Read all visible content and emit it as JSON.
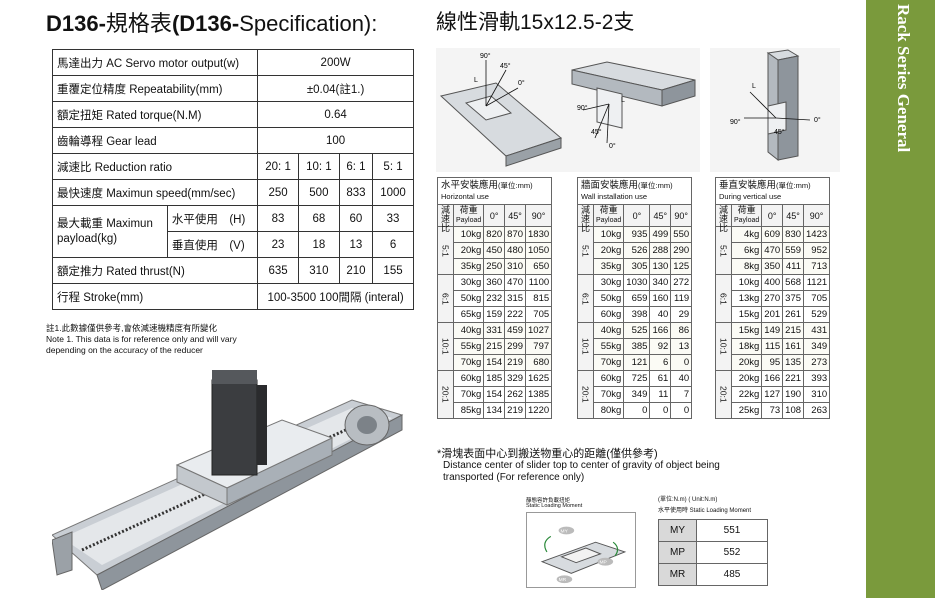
{
  "title": {
    "model": "D136-",
    "cjk": "規格表",
    "spec": "(D136-",
    "spec_word": "Specification):"
  },
  "subtitle": "線性滑軌15x12.5-2支",
  "sidebar_text": "Rack Series General",
  "spec_table": {
    "motor_label": "馬達出力 AC Servo motor output(w)",
    "motor_value": "200W",
    "repeat_label": "重覆定位精度 Repeatability(mm)",
    "repeat_value": "±0.04(註1.)",
    "torque_label": "額定扭矩 Rated torque(N.M)",
    "torque_value": "0.64",
    "lead_label": "齒輪導程 Gear lead",
    "lead_value": "100",
    "ratio_label": "減速比 Reduction ratio",
    "ratios": [
      "20: 1",
      "10: 1",
      "6: 1",
      "5: 1"
    ],
    "speed_label": "最快速度 Maximun speed(mm/sec)",
    "speeds": [
      "250",
      "500",
      "833",
      "1000"
    ],
    "payload_label1": "最大載重 Maximun",
    "payload_label2": "payload(kg)",
    "h_label": "水平使用　(H)",
    "h_values": [
      "83",
      "68",
      "60",
      "33"
    ],
    "v_label": "垂直使用　(V)",
    "v_values": [
      "23",
      "18",
      "13",
      "6"
    ],
    "thrust_label": "額定推力 Rated thrust(N)",
    "thrust_values": [
      "635",
      "310",
      "210",
      "155"
    ],
    "stroke_label": "行程 Stroke(mm)",
    "stroke_value": "100-3500  100間隔  (interal)"
  },
  "notes": {
    "n1": "註1.此數據僅供參考,會依減速機精度有所變化",
    "n2": "Note 1. This data is for reference only and will vary",
    "n3": "depending on the accuracy of the reducer"
  },
  "diagram_labels": {
    "deg90": "90°",
    "deg45": "45°",
    "deg0": "0°",
    "L": "L"
  },
  "load_tables": [
    {
      "title": "水平安裝應用",
      "unit": "(單位:mm)",
      "en": "Horizontal use",
      "ratio_head": "減速比",
      "load_head": "荷重",
      "payload_head": "Payload",
      "cols": [
        "0°",
        "45°",
        "90°"
      ],
      "groups": [
        {
          "ratio": "5:1",
          "rows": [
            [
              "10kg",
              "820",
              "870",
              "1830"
            ],
            [
              "20kg",
              "450",
              "480",
              "1050"
            ],
            [
              "35kg",
              "250",
              "310",
              "650"
            ]
          ]
        },
        {
          "ratio": "6:1",
          "rows": [
            [
              "30kg",
              "360",
              "470",
              "1100"
            ],
            [
              "50kg",
              "232",
              "315",
              "815"
            ],
            [
              "65kg",
              "159",
              "222",
              "705"
            ]
          ]
        },
        {
          "ratio": "10:1",
          "rows": [
            [
              "40kg",
              "331",
              "459",
              "1027"
            ],
            [
              "55kg",
              "215",
              "299",
              "797"
            ],
            [
              "70kg",
              "154",
              "219",
              "680"
            ]
          ]
        },
        {
          "ratio": "20:1",
          "rows": [
            [
              "60kg",
              "185",
              "329",
              "1625"
            ],
            [
              "70kg",
              "154",
              "262",
              "1385"
            ],
            [
              "85kg",
              "134",
              "219",
              "1220"
            ]
          ]
        }
      ]
    },
    {
      "title": "牆面安裝應用",
      "unit": "(單位:mm)",
      "en": "Wall installation use",
      "ratio_head": "減速比",
      "load_head": "荷重",
      "payload_head": "Payload",
      "cols": [
        "0°",
        "45°",
        "90°"
      ],
      "groups": [
        {
          "ratio": "5:1",
          "rows": [
            [
              "10kg",
              "935",
              "499",
              "550"
            ],
            [
              "20kg",
              "526",
              "288",
              "290"
            ],
            [
              "35kg",
              "305",
              "130",
              "125"
            ]
          ]
        },
        {
          "ratio": "6:1",
          "rows": [
            [
              "30kg",
              "1030",
              "340",
              "272"
            ],
            [
              "50kg",
              "659",
              "160",
              "119"
            ],
            [
              "60kg",
              "398",
              "40",
              "29"
            ]
          ]
        },
        {
          "ratio": "10:1",
          "rows": [
            [
              "40kg",
              "525",
              "166",
              "86"
            ],
            [
              "55kg",
              "385",
              "92",
              "13"
            ],
            [
              "70kg",
              "121",
              "6",
              "0"
            ]
          ]
        },
        {
          "ratio": "20:1",
          "rows": [
            [
              "60kg",
              "725",
              "61",
              "40"
            ],
            [
              "70kg",
              "349",
              "11",
              "7"
            ],
            [
              "80kg",
              "0",
              "0",
              "0"
            ]
          ]
        }
      ]
    },
    {
      "title": "垂直安裝應用",
      "unit": "(單位:mm)",
      "en": "During vertical use",
      "ratio_head": "減速比",
      "load_head": "荷重",
      "payload_head": "Payload",
      "cols": [
        "0°",
        "45°",
        "90°"
      ],
      "groups": [
        {
          "ratio": "5:1",
          "rows": [
            [
              "4kg",
              "609",
              "830",
              "1423"
            ],
            [
              "6kg",
              "470",
              "559",
              "952"
            ],
            [
              "8kg",
              "350",
              "411",
              "713"
            ]
          ]
        },
        {
          "ratio": "6:1",
          "rows": [
            [
              "10kg",
              "400",
              "568",
              "1121"
            ],
            [
              "13kg",
              "270",
              "375",
              "705"
            ],
            [
              "15kg",
              "201",
              "261",
              "529"
            ]
          ]
        },
        {
          "ratio": "10:1",
          "rows": [
            [
              "15kg",
              "149",
              "215",
              "431"
            ],
            [
              "18kg",
              "115",
              "161",
              "349"
            ],
            [
              "20kg",
              "95",
              "135",
              "273"
            ]
          ]
        },
        {
          "ratio": "20:1",
          "rows": [
            [
              "20kg",
              "166",
              "221",
              "393"
            ],
            [
              "22kg",
              "127",
              "190",
              "310"
            ],
            [
              "25kg",
              "73",
              "108",
              "263"
            ]
          ]
        }
      ]
    }
  ],
  "distance_note": {
    "cjk": "*滑塊表面中心到搬送物重心的距離(僅供參考)",
    "en1": "Distance center of slider top to center of gravity of object being",
    "en2": "transported (For reference only)"
  },
  "moment": {
    "label_cjk": "靜態容許負載扭矩",
    "label_en": "Static Loading Moment",
    "unit": "(單位:N.m) ( Unit:N.m)",
    "unit2": "水平使用時  Static Loading Moment",
    "rows": [
      [
        "MY",
        "551"
      ],
      [
        "MP",
        "552"
      ],
      [
        "MR",
        "485"
      ]
    ],
    "diagram_tags": [
      "MY",
      "MP",
      "MR"
    ]
  },
  "colors": {
    "sidebar": "#7a9a3c",
    "table_shade": "#fbfbf5"
  }
}
